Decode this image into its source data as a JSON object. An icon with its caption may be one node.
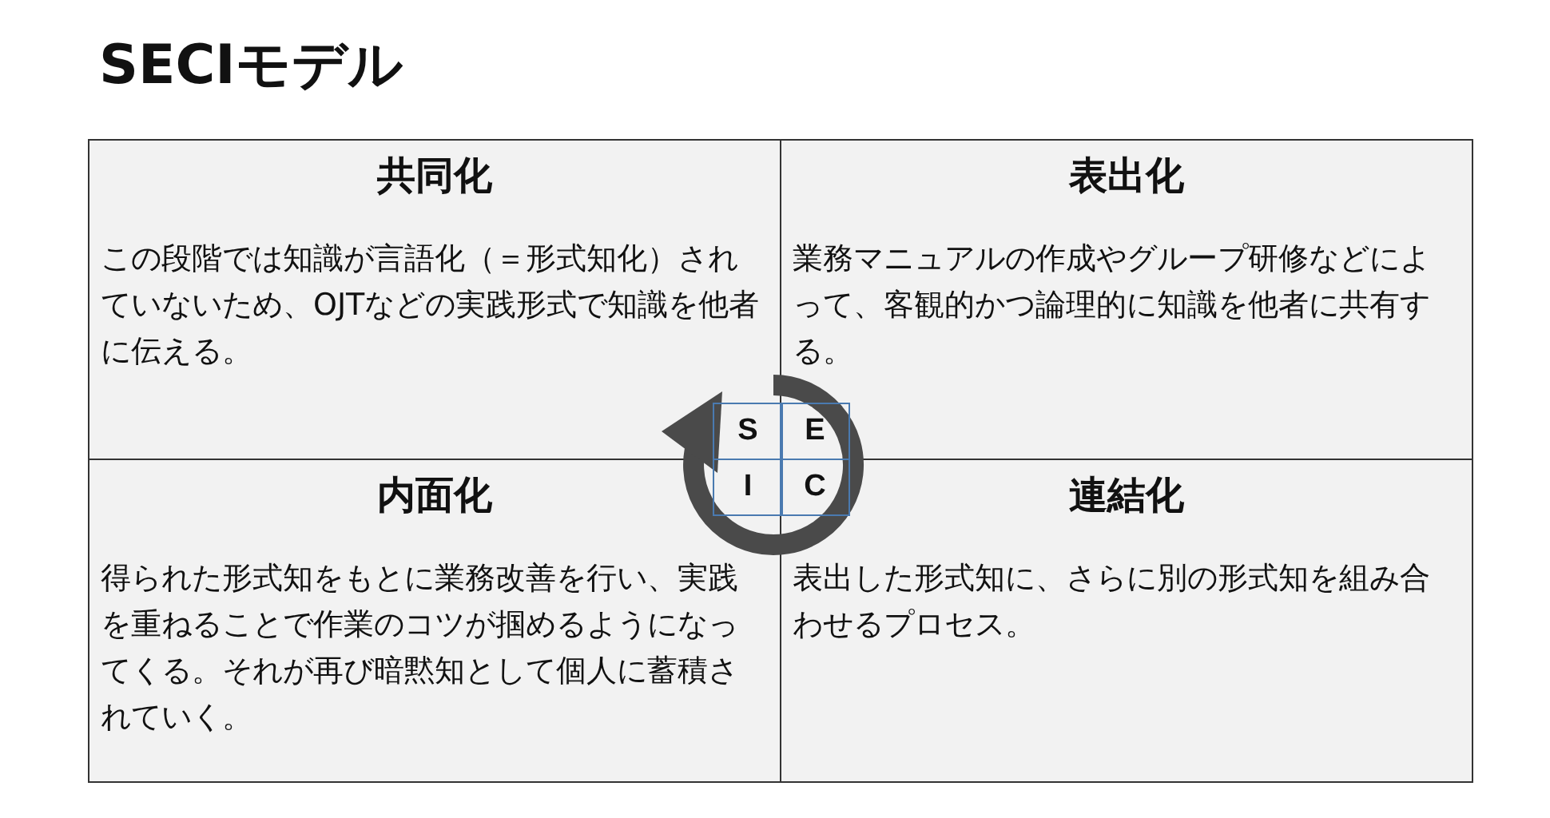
{
  "diagram": {
    "title": "SECIモデル",
    "nodes": [
      {
        "text": [
          "共同化",
          "この段階では知識が言語化（＝形式知化）されていないため、OJTなどの実践形式で知識を他者に伝える。"
        ]
      },
      {
        "text": [
          "表出化",
          "業務マニュアルの作成やグループ研修などによって、客観的かつ論理的に知識を他者に共有する。"
        ]
      },
      {
        "text": [
          "内面化",
          "得られた形式知をもとに業務改善を行い、実践を重ねることで作業のコツが掴めるようになってくる。それが再び暗黙知として個人に蓄積されていく。"
        ]
      },
      {
        "text": [
          "連結化",
          "表出した形式知に、さらに別の形式知を組み合わせるプロセス。"
        ]
      },
      {
        "text": [
          "S"
        ],
        "in": 0
      },
      {
        "text": [
          "E"
        ],
        "in": 1
      },
      {
        "text": [
          "I"
        ],
        "in": 2
      },
      {
        "text": [
          "C"
        ],
        "in": 3
      }
    ],
    "edges": []
  }
}
